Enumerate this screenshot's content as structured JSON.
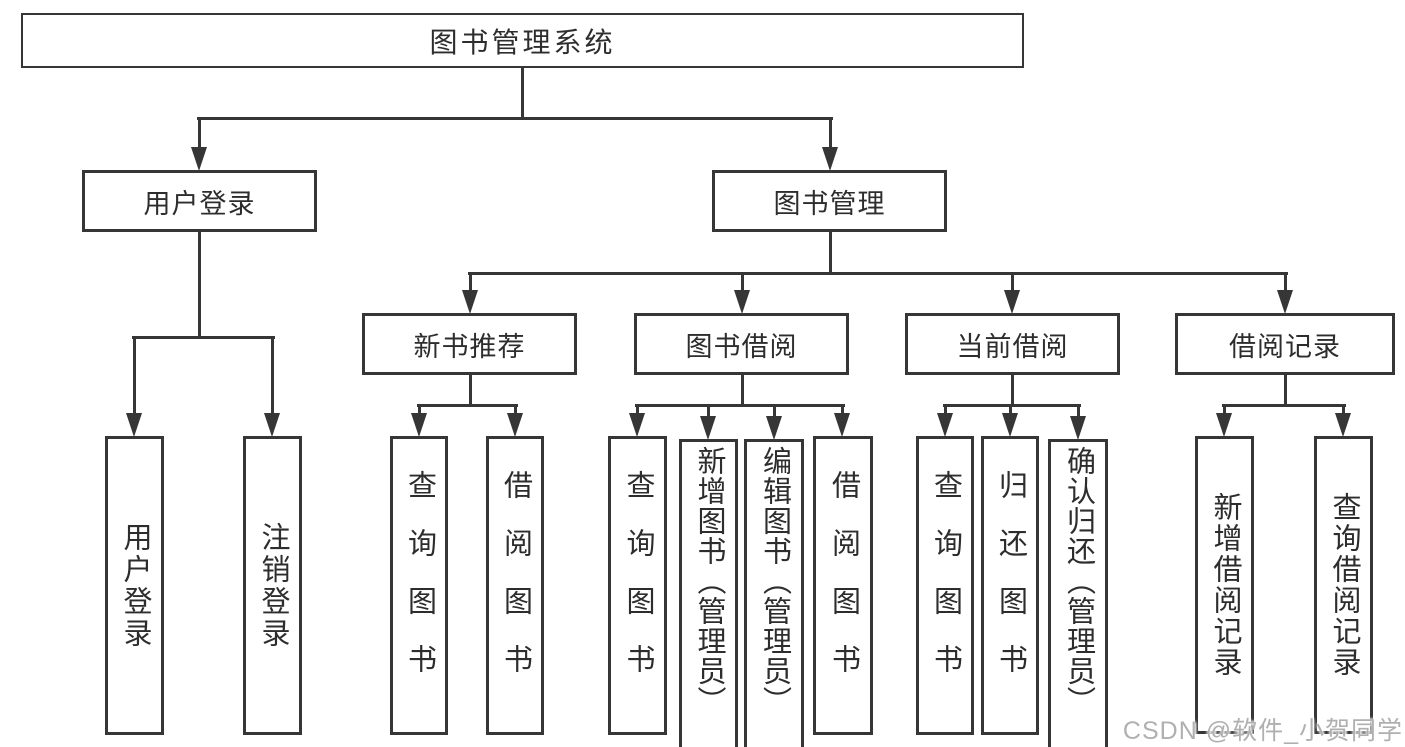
{
  "diagram_title": "图书管理系统",
  "watermark": "CSDN @软件_小贺同学",
  "colors": {
    "line": "#363636",
    "text": "#2d2d2d",
    "background": "#ffffff",
    "watermark_gray": "#b0b0b0"
  },
  "nodes": {
    "root": {
      "label": "图书管理系统"
    },
    "user_login": {
      "label": "用户登录",
      "children": [
        {
          "label": "用户登录"
        },
        {
          "label": "注销登录"
        }
      ]
    },
    "book_management": {
      "label": "图书管理",
      "children": [
        {
          "label": "新书推荐",
          "children": [
            {
              "label": "查询图书"
            },
            {
              "label": "借阅图书"
            }
          ]
        },
        {
          "label": "图书借阅",
          "children": [
            {
              "label": "查询图书"
            },
            {
              "label": "新增图书（管理员）"
            },
            {
              "label": "编辑图书（管理员）"
            },
            {
              "label": "借阅图书"
            }
          ]
        },
        {
          "label": "当前借阅",
          "children": [
            {
              "label": "查询图书"
            },
            {
              "label": "归还图书"
            },
            {
              "label": "确认归还（管理员）"
            }
          ]
        },
        {
          "label": "借阅记录",
          "children": [
            {
              "label": "新增借阅记录"
            },
            {
              "label": "查询借阅记录"
            }
          ]
        }
      ]
    }
  }
}
